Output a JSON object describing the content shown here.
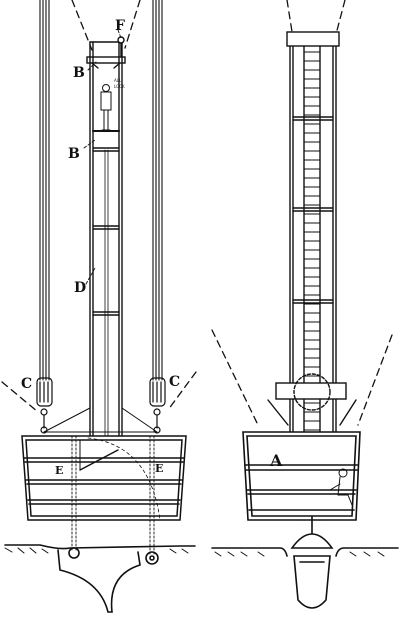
{
  "labels": {
    "F": "F",
    "B_top": "B",
    "B_mid": "B",
    "D": "D",
    "C_left": "C",
    "C_right": "C",
    "E_left": "E",
    "E_right": "E",
    "A": "A"
  },
  "tag": {
    "line1": "ALL",
    "line2": "LOCK"
  },
  "colors": {
    "ink": "#111111",
    "paper": "#ffffff",
    "grain": "#9a9a9a"
  }
}
